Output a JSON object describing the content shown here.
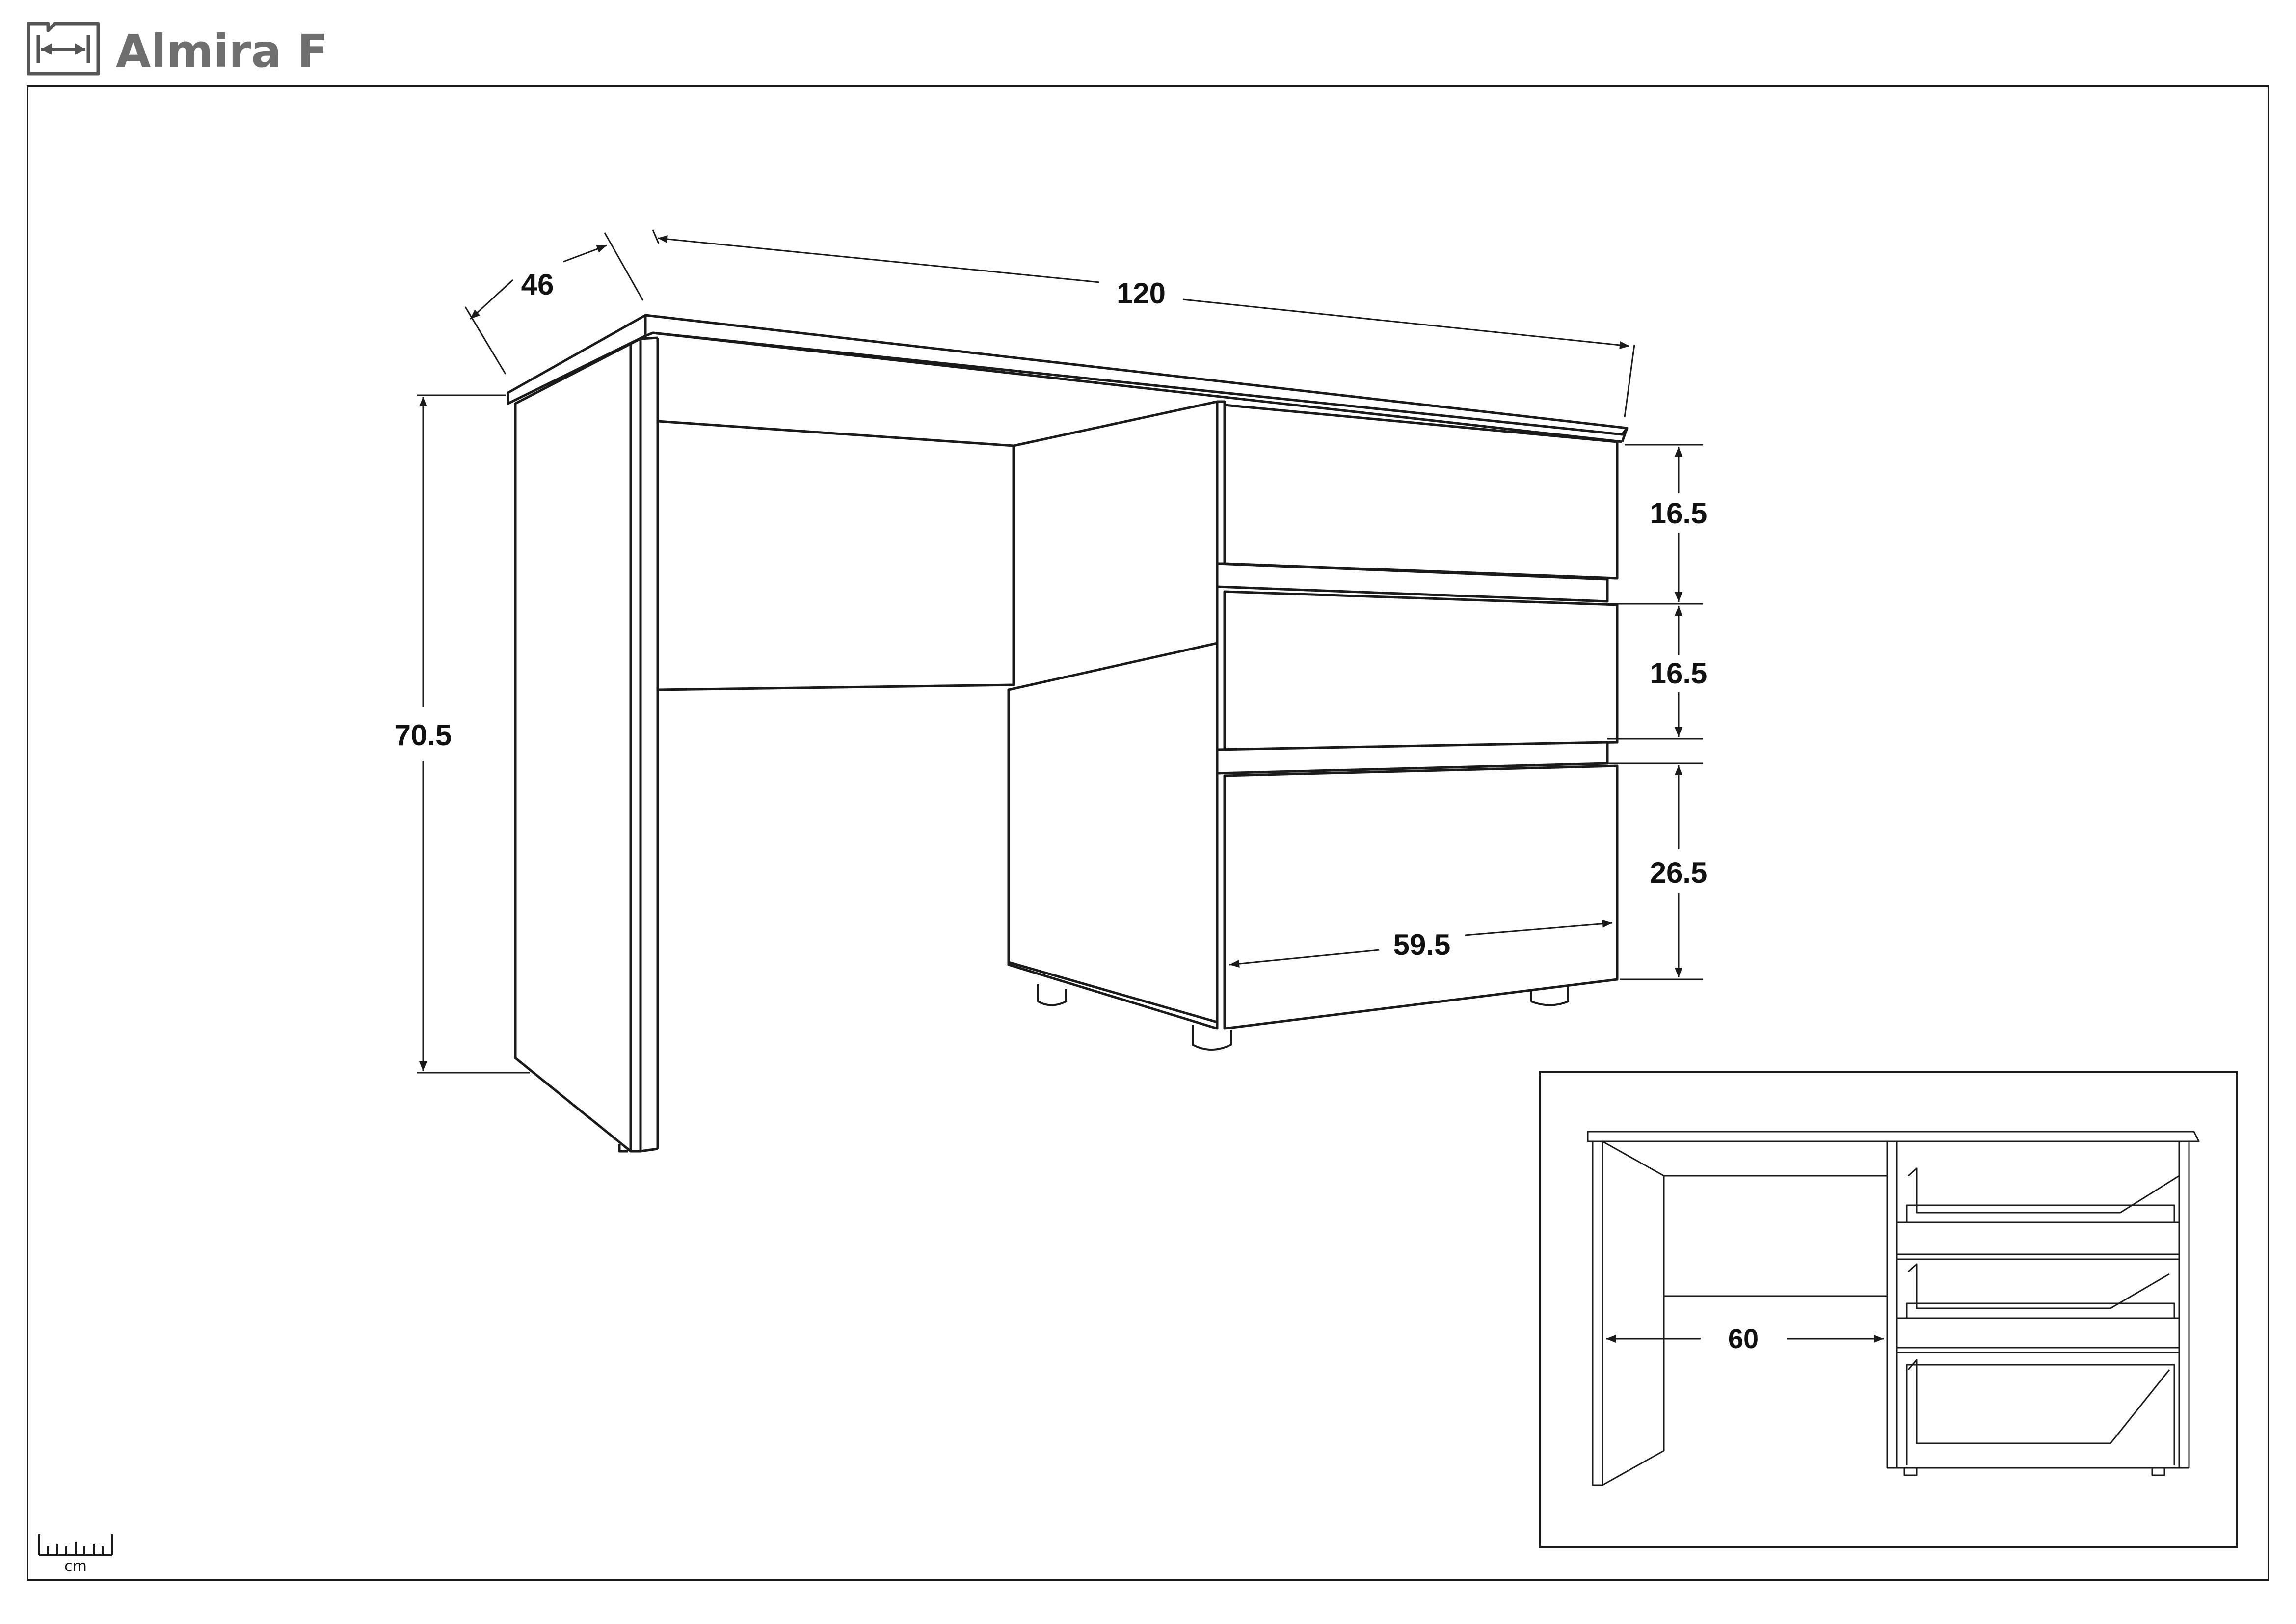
{
  "header": {
    "title": "Almira F",
    "icon": "dimension-icon"
  },
  "dimensions": {
    "depth": "46",
    "width": "120",
    "height": "70.5",
    "drawer_top": "16.5",
    "drawer_middle": "16.5",
    "drawer_bottom": "26.5",
    "drawer_width": "59.5",
    "leg_space": "60"
  },
  "scale": {
    "unit": "cm",
    "icon": "ruler-icon"
  },
  "colors": {
    "line": "#1a1a1a",
    "title": "#6e6e6e"
  }
}
